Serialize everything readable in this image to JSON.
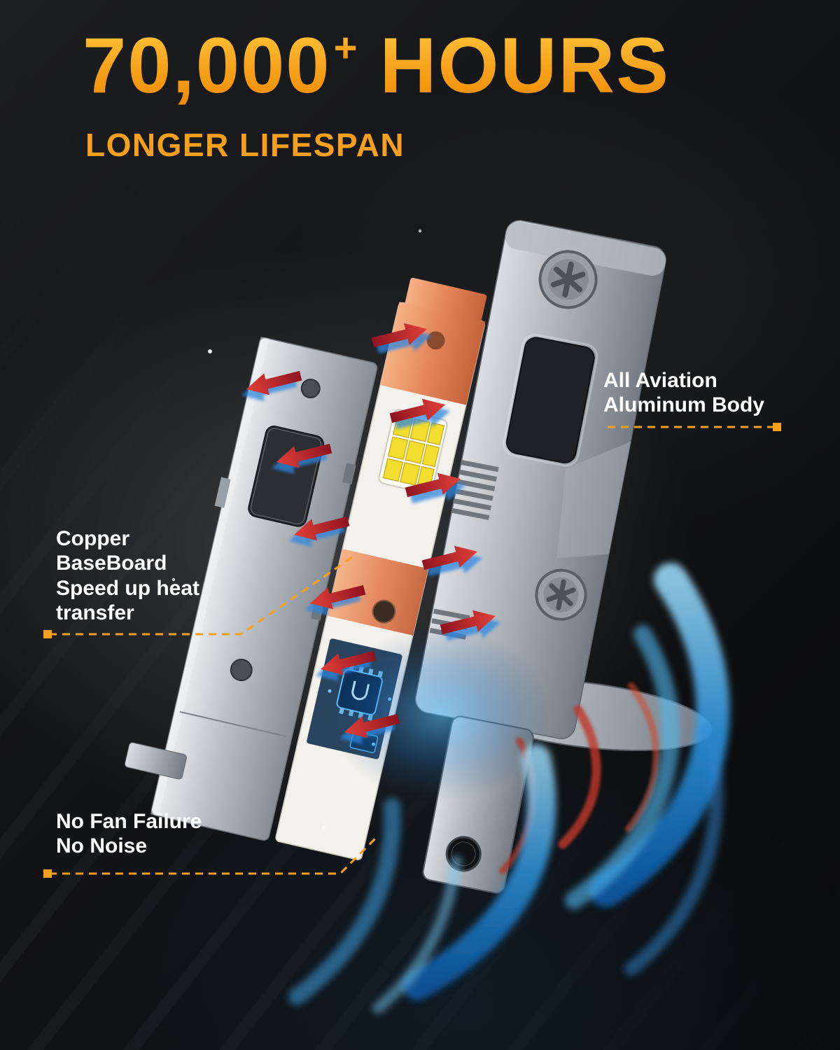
{
  "header": {
    "title_number": "70,000",
    "title_sup": "+",
    "title_word": "HOURS",
    "subtitle": "LONGER LIFESPAN"
  },
  "callouts": {
    "aluminum_body": {
      "lines": [
        "All Aviation",
        "Aluminum Body"
      ]
    },
    "copper_baseboard": {
      "lines": [
        "Copper",
        "BaseBoard",
        "Speed up heat",
        "transfer"
      ]
    },
    "no_fan": {
      "lines": [
        "No Fan Failure",
        "No Noise"
      ]
    }
  },
  "colors": {
    "accent_orange": "#F7A01D",
    "headline_gradient_top": "#FFC93E",
    "headline_gradient_bottom": "#EE8902",
    "background": "#121315",
    "airflow_blue": "#2F9AE6",
    "heat_red": "#B01F2E",
    "copper": "#E4845A",
    "led_yellow": "#F1DE2F",
    "metal_gray": "#A6ACB3",
    "callout_text": "#FFFFFF"
  }
}
